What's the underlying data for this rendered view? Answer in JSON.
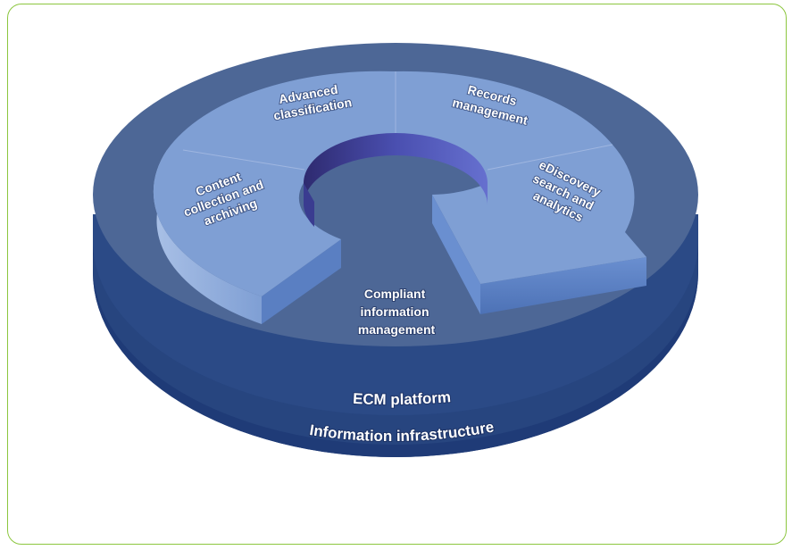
{
  "diagram": {
    "segments": [
      {
        "id": "advanced",
        "lines": [
          "Advanced",
          "classification"
        ]
      },
      {
        "id": "records",
        "lines": [
          "Records",
          "management"
        ]
      },
      {
        "id": "ediscovery",
        "lines": [
          "eDiscovery",
          "search and",
          "analytics"
        ]
      },
      {
        "id": "content",
        "lines": [
          "Content",
          "collection and",
          "archiving"
        ]
      }
    ],
    "center_lines": [
      "Compliant",
      "information",
      "management"
    ],
    "ring_platform": "ECM platform",
    "ring_infrastructure": "Information infrastructure",
    "colors": {
      "frame_border": "#8cc63f",
      "disc_top": "#4d6796",
      "disc_side_upper": "#2b4a86",
      "disc_side_lower": "#1f3b77",
      "arrow_top": "#7f9fd4",
      "arrow_side": "#5579bd",
      "arrow_inner_wall": "#3c3d93"
    }
  }
}
